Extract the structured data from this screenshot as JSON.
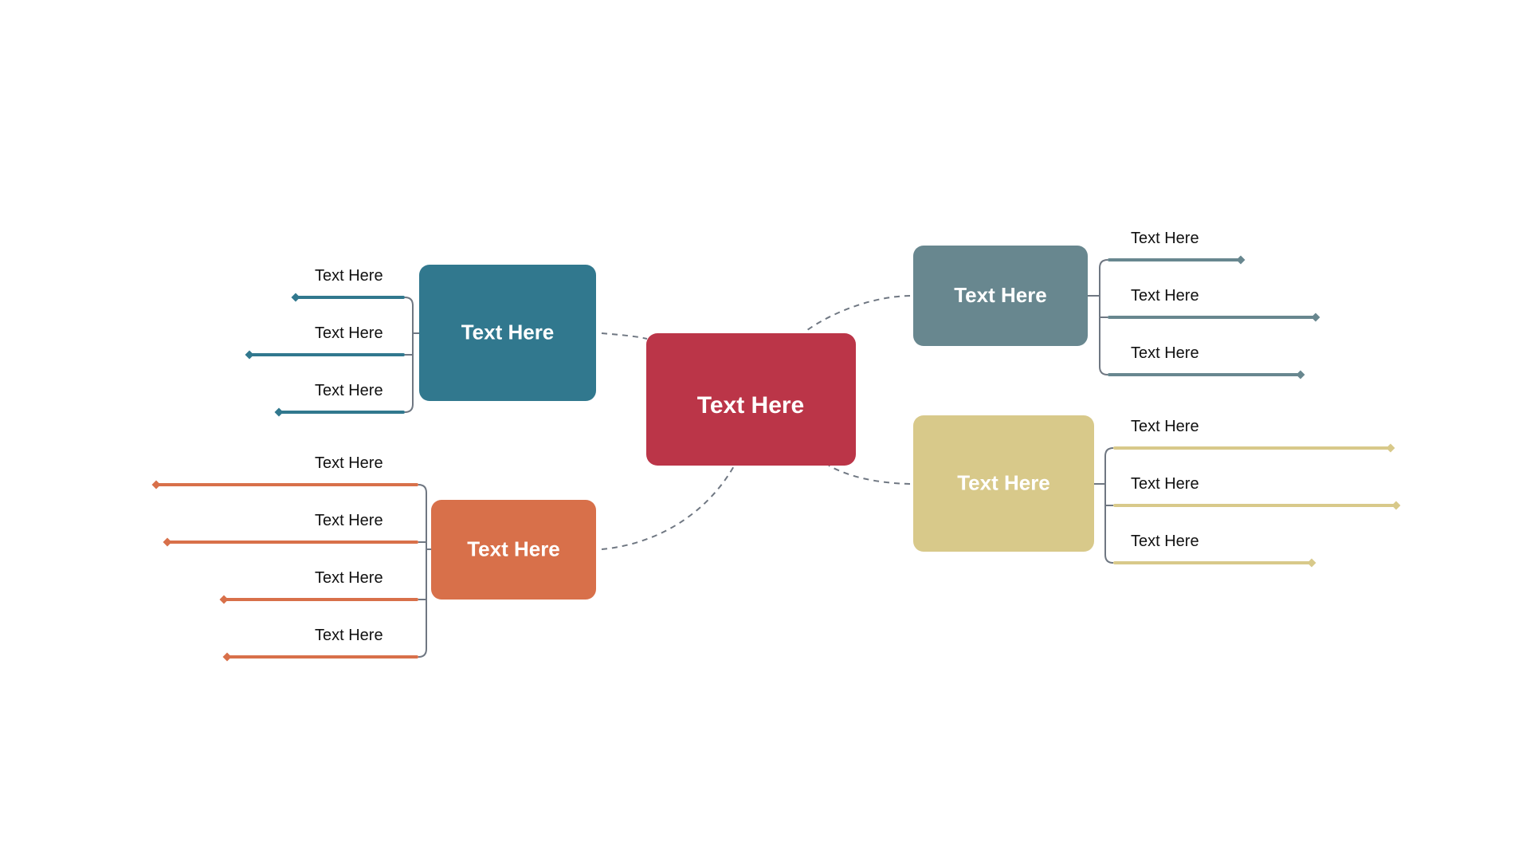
{
  "colors": {
    "connector": "#6f7782",
    "center": "#bb3548",
    "teal": "#31788e",
    "orange": "#d8704a",
    "slate": "#68878f",
    "khaki": "#d8c98a"
  },
  "center": {
    "label": "Text Here"
  },
  "branches": [
    {
      "id": "left-top",
      "label": "Text Here",
      "color_key": "teal",
      "leaves": [
        {
          "label": "Text Here"
        },
        {
          "label": "Text Here"
        },
        {
          "label": "Text Here"
        }
      ]
    },
    {
      "id": "left-bottom",
      "label": "Text Here",
      "color_key": "orange",
      "leaves": [
        {
          "label": "Text Here"
        },
        {
          "label": "Text Here"
        },
        {
          "label": "Text Here"
        },
        {
          "label": "Text Here"
        }
      ]
    },
    {
      "id": "right-top",
      "label": "Text Here",
      "color_key": "slate",
      "leaves": [
        {
          "label": "Text Here"
        },
        {
          "label": "Text Here"
        },
        {
          "label": "Text Here"
        }
      ]
    },
    {
      "id": "right-bottom",
      "label": "Text Here",
      "color_key": "khaki",
      "leaves": [
        {
          "label": "Text Here"
        },
        {
          "label": "Text Here"
        },
        {
          "label": "Text Here"
        }
      ]
    }
  ]
}
